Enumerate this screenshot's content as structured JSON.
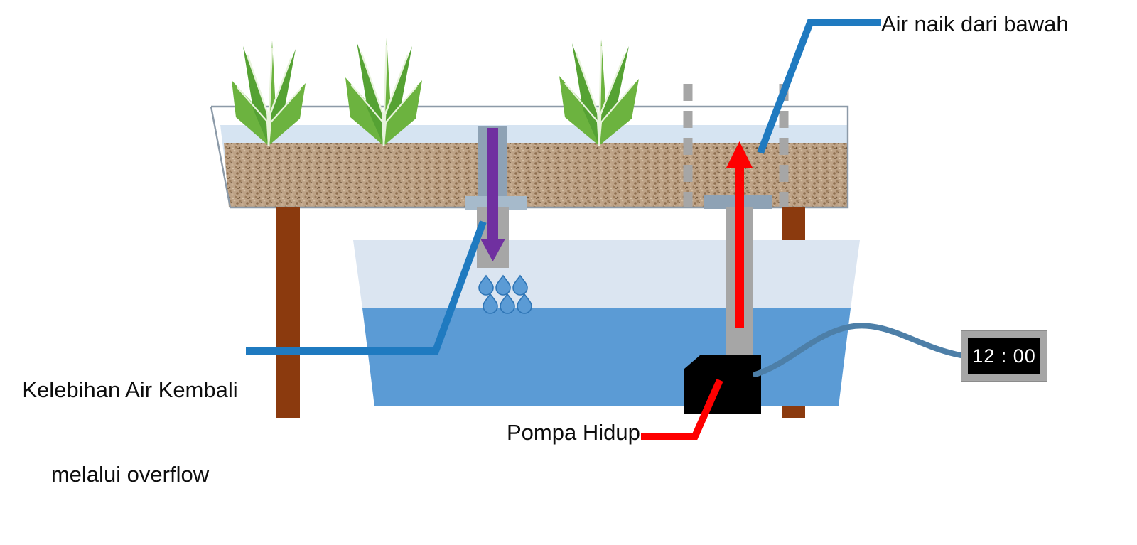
{
  "diagram": {
    "title_context": "Sistem Pasang Surut (Ebb and Flow) Akuaponik - Fase Pompa Hidup",
    "language": "id"
  },
  "labels": {
    "air_naik": "Air naik dari bawah",
    "overflow_line1": "Kelebihan Air Kembali",
    "overflow_line2": "melalui overflow",
    "pompa_hidup": "Pompa Hidup"
  },
  "timer": {
    "value": "12 : 00",
    "bezel_color": "#a6a6a6",
    "screen_color": "#000000",
    "text_color": "#ffffff"
  },
  "colors": {
    "callout_blue": "#1f7ac0",
    "arrow_red": "#fe0000",
    "arrow_purple": "#7030a0",
    "pipe_gray": "#a6a6a6",
    "pipe_gray_dark": "#8ea2b5",
    "media_brown": "#b99c7d",
    "leg_brown": "#8b3a0e",
    "water_deep": "#5b9bd5",
    "water_light": "#dbe5f1",
    "water_bed": "#d6e4f2",
    "plant_green_dark": "#55a233",
    "plant_green_mid": "#6cb33f",
    "plant_green_light": "#8cc63f",
    "pump_black": "#000000",
    "cord_blue": "#4d7fa8",
    "outline_gray": "#8c9aa8"
  },
  "components": [
    {
      "name": "grow-bed",
      "label": "Grow bed media berisi kerikil"
    },
    {
      "name": "plants",
      "count": 3,
      "label": "Tanaman"
    },
    {
      "name": "bell-siphon-standpipe",
      "label": "Pipa overflow / standpipe"
    },
    {
      "name": "drip-droplets",
      "count": 6,
      "label": "Tetesan air"
    },
    {
      "name": "reservoir-tank",
      "label": "Bak tandon air"
    },
    {
      "name": "water-pump",
      "label": "Pompa air"
    },
    {
      "name": "riser-pipe",
      "label": "Pipa naik"
    },
    {
      "name": "timer",
      "label": "Timer"
    },
    {
      "name": "support-legs",
      "count": 2,
      "label": "Kaki penyangga"
    }
  ],
  "flow": {
    "up_arrow": "Aliran air naik dari pompa",
    "down_arrow": "Aliran air turun melalui overflow"
  }
}
